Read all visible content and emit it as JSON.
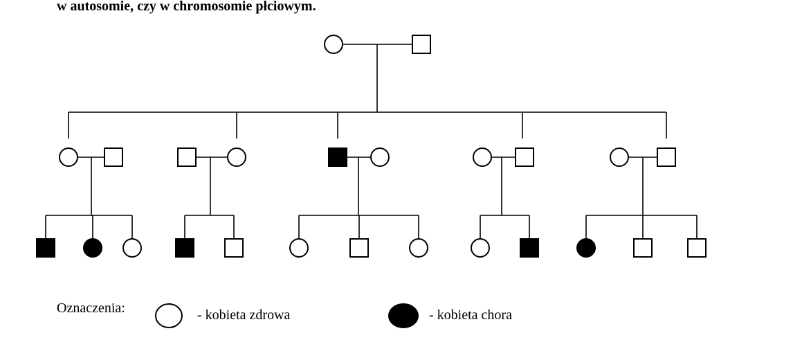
{
  "heading": "w autosomie, czy w chromosomie płciowym.",
  "legend": {
    "label": "Oznaczenia:",
    "items": [
      {
        "symbol": "female",
        "affected": false,
        "text": "- kobieta zdrowa"
      },
      {
        "symbol": "female",
        "affected": true,
        "text": "- kobieta chora"
      }
    ]
  },
  "pedigree": {
    "generation_1": [
      {
        "sex": "female",
        "affected": false
      },
      {
        "sex": "male",
        "affected": false
      }
    ],
    "generation_2_families": [
      {
        "couple": [
          {
            "sex": "female",
            "affected": false
          },
          {
            "sex": "male",
            "affected": false
          }
        ],
        "children": [
          {
            "sex": "male",
            "affected": true
          },
          {
            "sex": "female",
            "affected": true
          },
          {
            "sex": "female",
            "affected": false
          }
        ]
      },
      {
        "couple": [
          {
            "sex": "male",
            "affected": false
          },
          {
            "sex": "female",
            "affected": false
          }
        ],
        "children": [
          {
            "sex": "male",
            "affected": true
          },
          {
            "sex": "male",
            "affected": false
          }
        ]
      },
      {
        "couple": [
          {
            "sex": "male",
            "affected": true
          },
          {
            "sex": "female",
            "affected": false
          }
        ],
        "children": [
          {
            "sex": "female",
            "affected": false
          },
          {
            "sex": "male",
            "affected": false
          },
          {
            "sex": "female",
            "affected": false
          }
        ]
      },
      {
        "couple": [
          {
            "sex": "female",
            "affected": false
          },
          {
            "sex": "male",
            "affected": false
          }
        ],
        "children": [
          {
            "sex": "female",
            "affected": false
          },
          {
            "sex": "male",
            "affected": true
          }
        ]
      },
      {
        "couple": [
          {
            "sex": "female",
            "affected": false
          },
          {
            "sex": "male",
            "affected": false
          }
        ],
        "children": [
          {
            "sex": "female",
            "affected": true
          },
          {
            "sex": "male",
            "affected": false
          },
          {
            "sex": "male",
            "affected": false
          }
        ]
      }
    ]
  }
}
